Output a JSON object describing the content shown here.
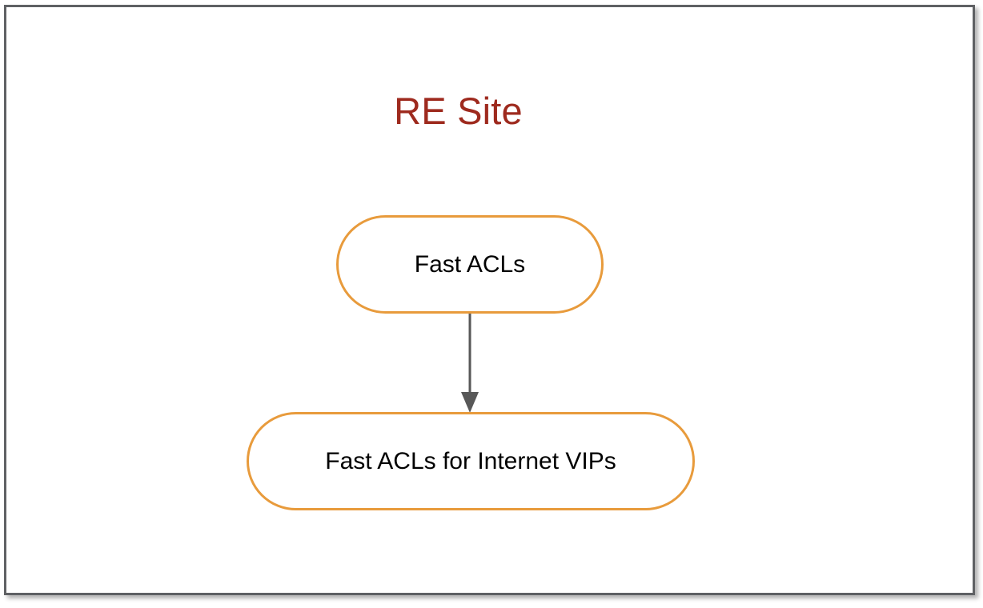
{
  "diagram": {
    "title": "RE Site",
    "title_color": "#9E2A1E",
    "background_color": "#FFFFFF",
    "frame_border_color": "#5F6164",
    "node_border_color": "#E89B3C",
    "node_fill_color": "#FFFFFF",
    "node_label_color": "#000000",
    "connector_color": "#585858",
    "nodes": [
      {
        "id": "fast-acls",
        "label": "Fast ACLs",
        "shape": "rounded-pill"
      },
      {
        "id": "fast-acls-for-internet-vips",
        "label": "Fast ACLs for Internet VIPs",
        "shape": "rounded-pill"
      }
    ],
    "edges": [
      {
        "id": "fast-acls-to-internet-vips",
        "from": "fast-acls",
        "to": "fast-acls-for-internet-vips",
        "label": "",
        "arrow": "single-ended",
        "direction": "down"
      }
    ]
  }
}
